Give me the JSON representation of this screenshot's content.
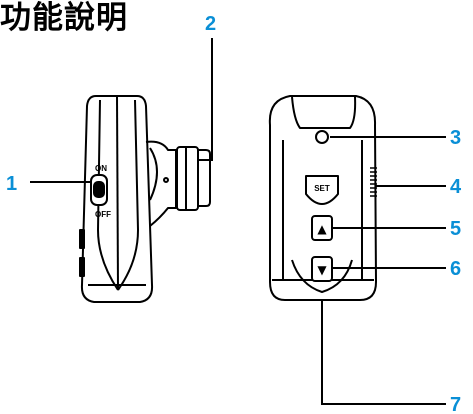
{
  "title": "功能說明",
  "side_labels": {
    "on": "ON",
    "off": "OFF"
  },
  "button_labels": {
    "set": "SET",
    "up": "▲",
    "down": "▼"
  },
  "callouts": [
    "1",
    "2",
    "3",
    "4",
    "5",
    "6",
    "7"
  ],
  "colors": {
    "callout": "#0a8fd6",
    "outline": "#000000"
  }
}
